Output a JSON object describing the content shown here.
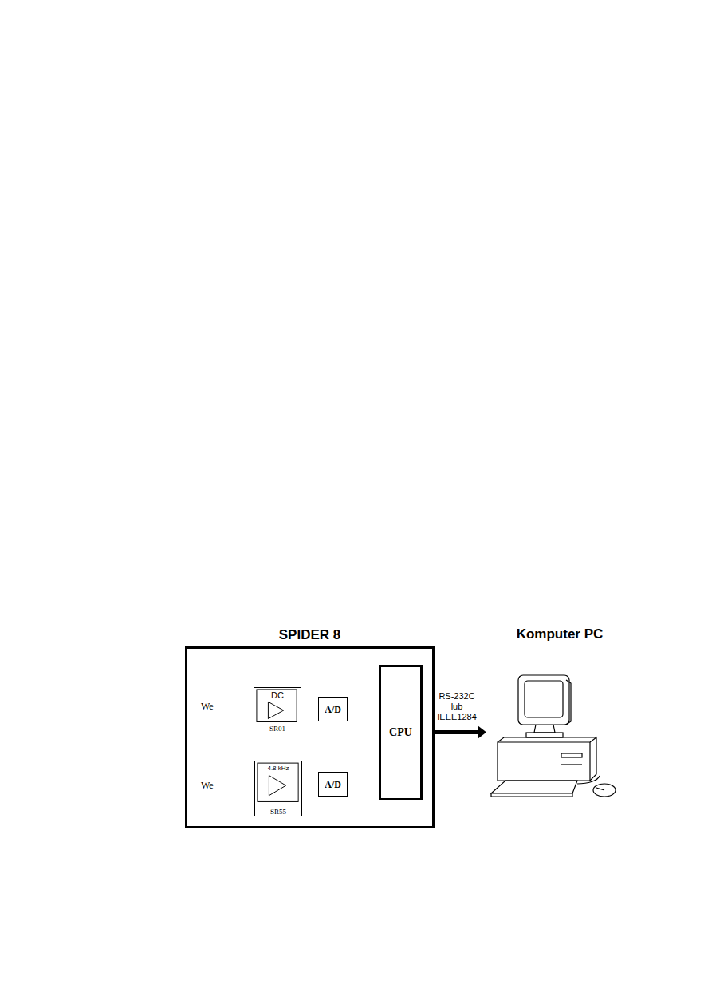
{
  "diagram": {
    "nodes": [
      {
        "text": [
          "SPIDER 8"
        ]
      },
      {
        "text": [
          "DC",
          "SR01"
        ],
        "in": 0
      },
      {
        "text": [
          "A/D"
        ],
        "in": 0
      },
      {
        "text": [
          "4.8 kHz",
          "SR55"
        ],
        "in": 0
      },
      {
        "text": [
          "A/D"
        ],
        "in": 0
      },
      {
        "text": [
          "CPU"
        ],
        "in": 0
      },
      {
        "text": [
          "Komputer PC"
        ]
      }
    ],
    "edges": [
      {
        "from": 1,
        "to": 2,
        "arrow": "none"
      },
      {
        "from": 2,
        "to": 5,
        "arrow": "to"
      },
      {
        "from": 3,
        "to": 4,
        "arrow": "none"
      },
      {
        "from": 4,
        "to": 5,
        "arrow": "to"
      },
      {
        "from": 5,
        "to": 6,
        "label": "RS-232C lub IEEE1284",
        "arrow": "both"
      }
    ],
    "labels": [
      "We",
      "We"
    ]
  }
}
